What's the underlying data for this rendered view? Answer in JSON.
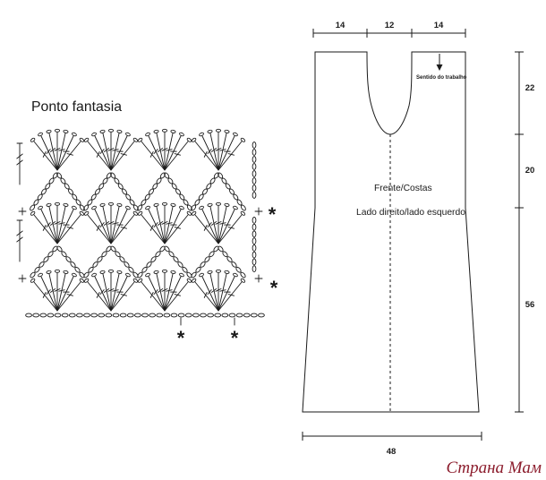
{
  "stitch_chart": {
    "title": "Ponto fantasia",
    "repeat_marker": "*"
  },
  "schematic": {
    "top_widths": [
      "14",
      "12",
      "14"
    ],
    "right_heights": [
      "22",
      "20",
      "56"
    ],
    "bottom_width": "48",
    "work_direction_label": "Sentido do trabalho",
    "work_direction_icon": "down-arrow-icon",
    "piece_label": "Frente/Costas",
    "sides_label": "Lado direito/lado esquerdo"
  },
  "watermark": "Страна Мам",
  "colors": {
    "ink": "#1a1a1a",
    "watermark": "#8c1d2d"
  }
}
